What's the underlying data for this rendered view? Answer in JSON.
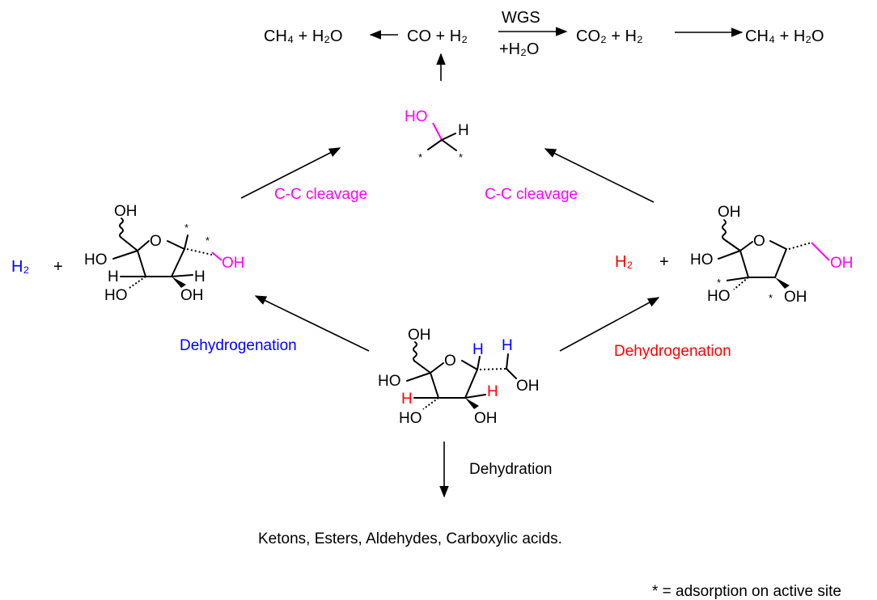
{
  "colors": {
    "text": "#000000",
    "magenta": "#ff00ff",
    "blue": "#0000ff",
    "red": "#ff0000"
  },
  "top_reaction": {
    "ch4_h2o_left": "CH₄ + H₂O",
    "co_h2": "CO + H₂",
    "wgs_label": "WGS",
    "plus_h2o": "+H₂O",
    "co2_h2": "CO₂ + H₂",
    "ch4_h2o_right": "CH₄ + H₂O"
  },
  "cleavage": {
    "left_label": "C-C cleavage",
    "right_label": "C-C cleavage"
  },
  "intermediate_fragment": {
    "ho": "HO",
    "h": "H",
    "star": "*"
  },
  "left_product": {
    "h2": "H₂",
    "plus": "+",
    "oh_top": "OH",
    "ring_o": "O",
    "ho_left": "HO",
    "h_left": "H",
    "ho_bottom": "HO",
    "h_right": "H",
    "oh_bottom": "OH",
    "oh_magenta": "OH",
    "star": "*"
  },
  "right_product": {
    "h2": "H₂",
    "plus": "+",
    "oh_top": "OH",
    "ring_o": "O",
    "ho_left": "HO",
    "ho_bottom": "HO",
    "oh_bottom": "OH",
    "oh_magenta": "OH",
    "star": "*"
  },
  "center_molecule": {
    "oh_top": "OH",
    "ring_o": "O",
    "h_blue": "H",
    "ho_left": "HO",
    "oh_right": "OH",
    "h_red": "H",
    "ho_bottom": "HO",
    "oh_bottom": "OH"
  },
  "pathways": {
    "dehydrogenation_left": "Dehydrogenation",
    "dehydrogenation_right": "Dehydrogenation",
    "dehydration": "Dehydration"
  },
  "products_bottom": "Ketons, Esters, Aldehydes, Carboxylic acids.",
  "footnote": "* = adsorption on active site"
}
